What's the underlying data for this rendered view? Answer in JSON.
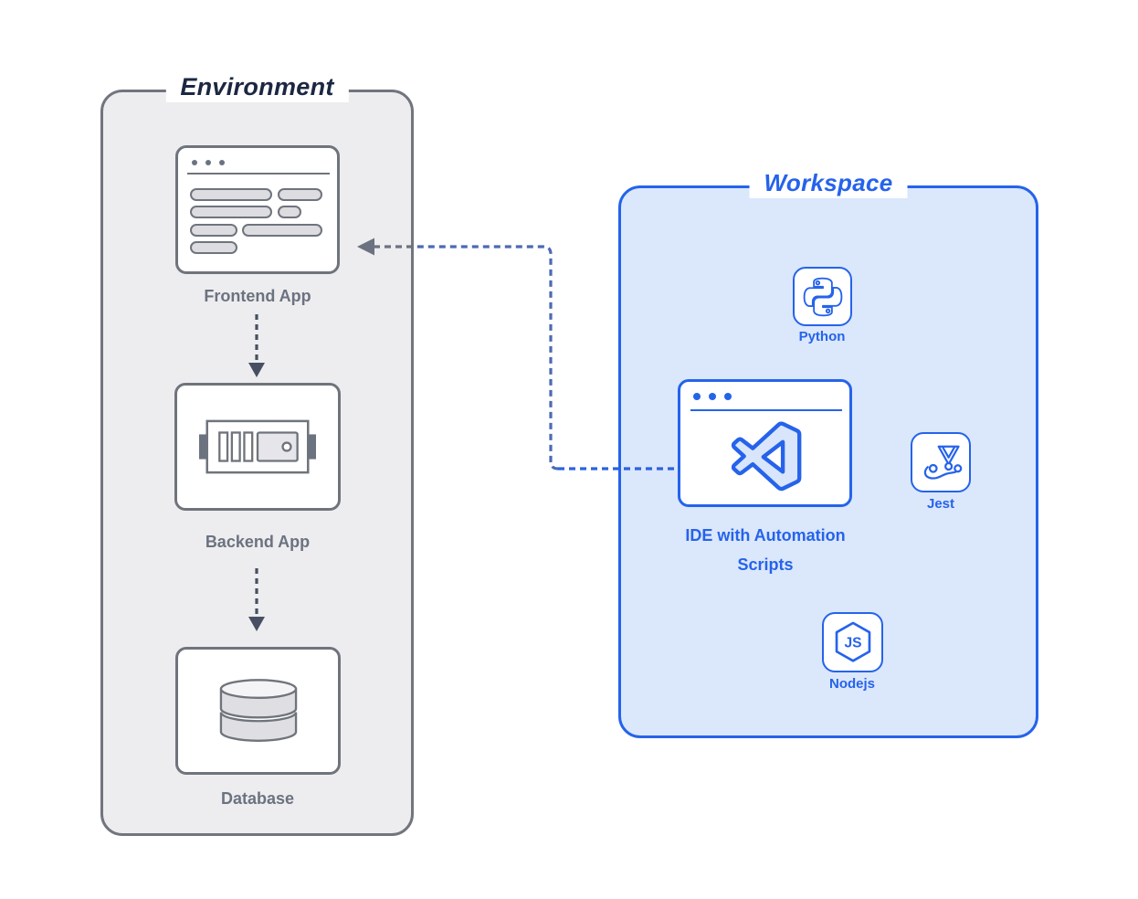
{
  "diagram": {
    "background": "#ffffff",
    "containers": [
      {
        "id": "environment",
        "title": "Environment",
        "border_color": "#71757d",
        "fill_color": "#ededef",
        "title_color": "#1c2742",
        "label_color": "#6b7280",
        "nodes": [
          {
            "id": "frontend-app",
            "label": "Frontend App",
            "icon": "browser-wireframe-icon"
          },
          {
            "id": "backend-app",
            "label": "Backend App",
            "icon": "server-icon"
          },
          {
            "id": "database",
            "label": "Database",
            "icon": "database-cylinder-icon"
          }
        ]
      },
      {
        "id": "workspace",
        "title": "Workspace",
        "border_color": "#2563eb",
        "fill_color": "#dbe7fb",
        "title_color": "#2563eb",
        "label_color": "#2563eb",
        "nodes": [
          {
            "id": "python",
            "label": "Python",
            "icon": "python-icon"
          },
          {
            "id": "ide",
            "label_line1": "IDE with Automation",
            "label_line2": "Scripts",
            "icon": "vscode-icon"
          },
          {
            "id": "jest",
            "label": "Jest",
            "icon": "jest-icon"
          },
          {
            "id": "nodejs",
            "label": "Nodejs",
            "icon": "nodejs-icon"
          }
        ]
      }
    ],
    "edges": [
      {
        "from": "frontend-app",
        "to": "backend-app",
        "style": "dashed-arrow-down",
        "color": "#475063"
      },
      {
        "from": "backend-app",
        "to": "database",
        "style": "dashed-arrow-down",
        "color": "#475063"
      },
      {
        "from": "ide",
        "to": "frontend-app",
        "style": "dashed-elbow-arrow-left",
        "colors": [
          "#2b63e0",
          "#4c69b4",
          "#6b7280"
        ]
      }
    ]
  }
}
